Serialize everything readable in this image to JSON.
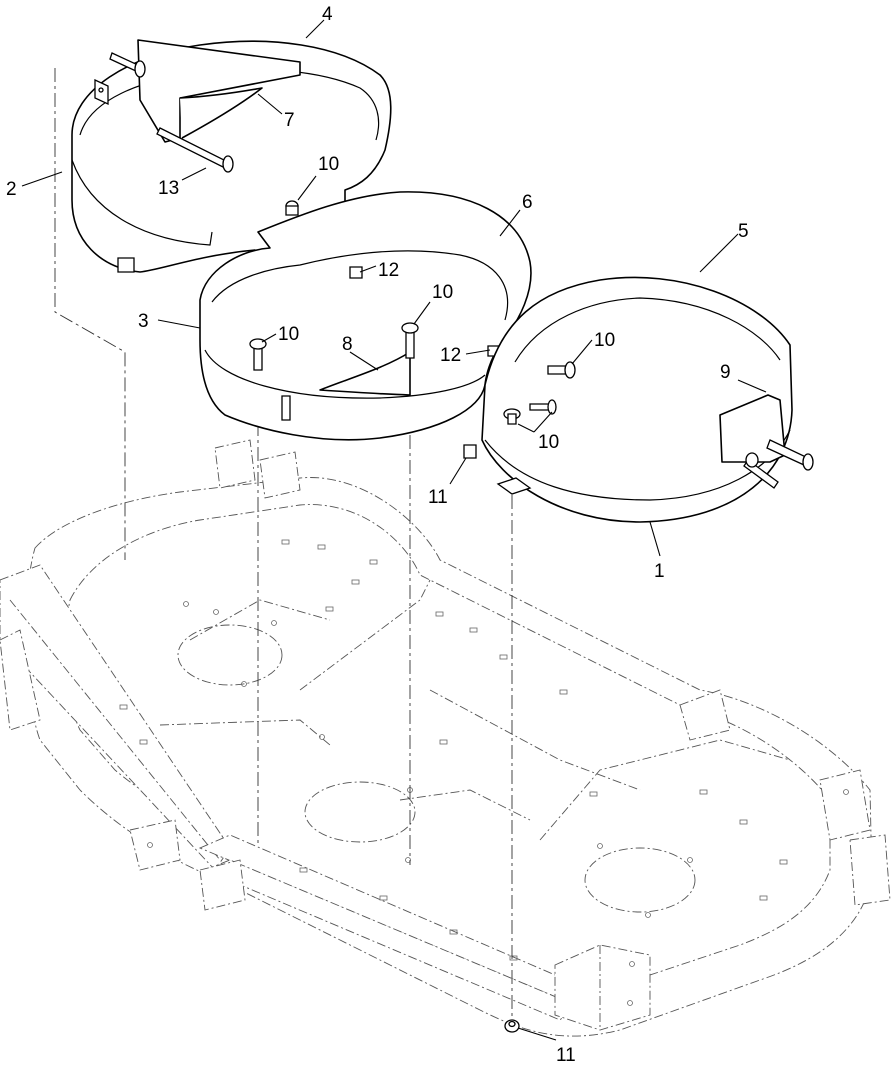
{
  "diagram": {
    "callouts": [
      "1",
      "2",
      "3",
      "4",
      "5",
      "6",
      "7",
      "8",
      "9",
      "10",
      "10",
      "10",
      "10",
      "10",
      "11",
      "11",
      "12",
      "12",
      "13"
    ]
  },
  "colors": {
    "line": "#000000",
    "phantom": "#555555",
    "background": "#ffffff"
  },
  "parts": {
    "baffle_1": "1",
    "centerline_2": "2",
    "baffle_3": "3",
    "baffle_4": "4",
    "baffle_5": "5",
    "baffle_6": "6",
    "bracket_7": "7",
    "bracket_8": "8",
    "bracket_9": "9",
    "bolt_10": "10",
    "nut_11": "11",
    "nut_12": "12",
    "bolt_13": "13"
  }
}
